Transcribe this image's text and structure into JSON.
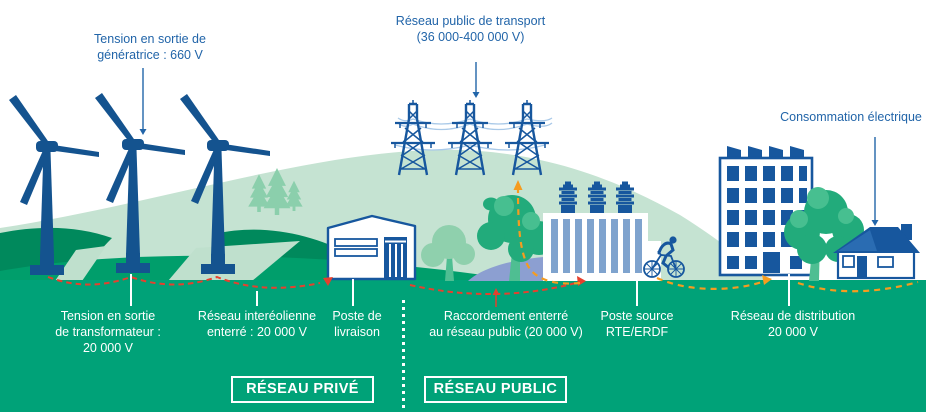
{
  "diagram_subject": "wind-farm-to-grid-connection",
  "labels": {
    "generator": {
      "line1": "Tension en sortie de",
      "line2": "génératrice : 660 V"
    },
    "transport": {
      "line1": "Réseau public de transport",
      "line2": "(36 000-400 000 V)"
    },
    "consumption": {
      "line1": "Consommation électrique"
    },
    "transformer": {
      "line1": "Tension en sortie",
      "line2": "de transformateur :",
      "line3": "20 000 V"
    },
    "inter_turbine": {
      "line1": "Réseau interéolienne",
      "line2": "enterré : 20 000 V"
    },
    "delivery": {
      "line1": "Poste de",
      "line2": "livraison"
    },
    "connection": {
      "line1": "Raccordement enterré",
      "line2": "au réseau public (20 000 V)"
    },
    "source": {
      "line1": "Poste source",
      "line2": "RTE/ERDF"
    },
    "distribution": {
      "line1": "Réseau de distribution",
      "line2": "20 000 V"
    }
  },
  "zones": {
    "private_label": "RÉSEAU PRIVÉ",
    "public_label": "RÉSEAU PUBLIC"
  },
  "scene_icons": [
    "wind-turbine-icon",
    "power-pylon-icon",
    "delivery-substation-icon",
    "source-substation-icon",
    "office-building-icon",
    "house-icon",
    "cyclist-icon",
    "tree-icon",
    "pine-tree-icon",
    "pond",
    "hills",
    "buried-cable-red",
    "public-cable-orange"
  ],
  "colors": {
    "label_blue": "#2265a9",
    "structure_blue": "#17579e",
    "wire_blue": "#a9c9e8",
    "slat_blue": "#7fa3ce",
    "pond_blue": "#8c9fd1",
    "ground_green": "#00a278",
    "dark_hill_green": "#00895c",
    "medium_green": "#009e6b",
    "light_hill_green": "#c5e3d2",
    "tree_green": "#22ab7b",
    "tree_light_green": "#8fd0ad",
    "cable_red": "#e6402e",
    "cable_orange": "#f59c1f",
    "label_white": "#ffffff"
  }
}
